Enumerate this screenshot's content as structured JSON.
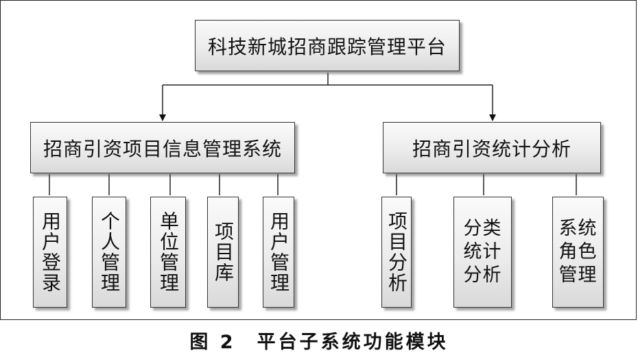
{
  "root": "科技新城招商跟踪管理平台",
  "systems": [
    {
      "label": "招商引资项目信息管理系统",
      "children": [
        "用户登录",
        "个人管理",
        "单位管理",
        "项目库",
        "用户管理"
      ]
    },
    {
      "label": "招商引资统计分析",
      "children": [
        "项目分析",
        "分类统计分析",
        "系统角色管理"
      ]
    }
  ],
  "caption": "图 2　平台子系统功能模块"
}
